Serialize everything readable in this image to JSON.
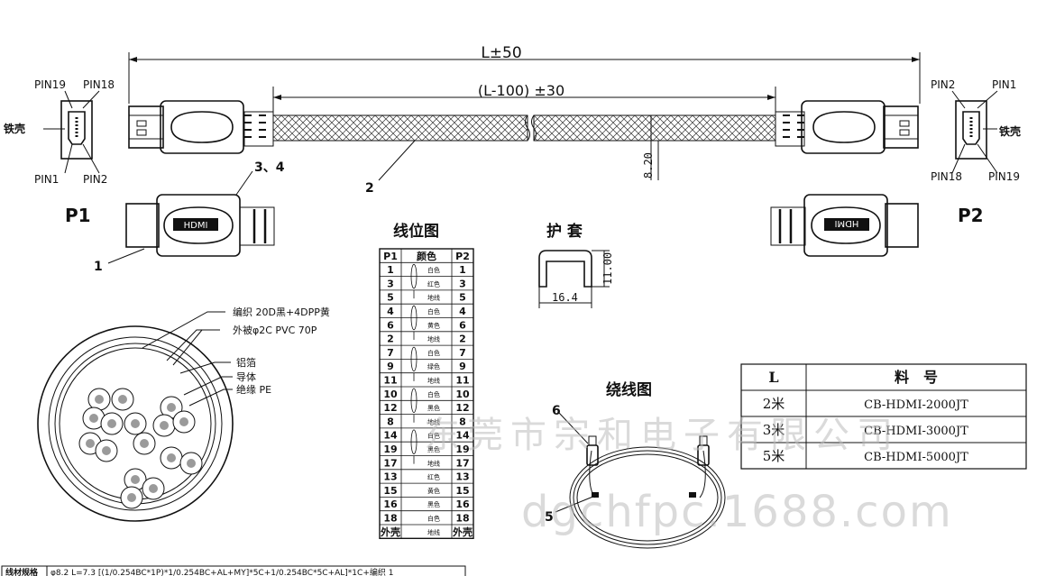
{
  "dimensions": {
    "overall": "L±50",
    "cable": "(L-100) ±30",
    "diameter": "8.20",
    "sleeve_width": "16.4",
    "sleeve_height": "11.00"
  },
  "pins_left": {
    "top_left": "PIN19",
    "top_right": "PIN18",
    "bottom_left": "PIN1",
    "bottom_right": "PIN2",
    "shell": "铁壳"
  },
  "pins_right": {
    "top_left": "PIN2",
    "top_right": "PIN1",
    "bottom_left": "PIN18",
    "bottom_right": "PIN19",
    "shell": "铁壳"
  },
  "labels": {
    "p1": "P1",
    "p2": "P2",
    "callout_34": "3、4",
    "callout_2": "2",
    "callout_1": "1",
    "callout_6": "6",
    "callout_5": "5",
    "hdmi_logo": "HDMI"
  },
  "section_titles": {
    "wiring": "线位图",
    "sleeve": "护 套",
    "winding": "绕线图"
  },
  "cross_section": {
    "labels": [
      "编织 20D黑+4DPP黄",
      "外被φ2C PVC 70P",
      "铝箔",
      "导体",
      "绝缘 PE"
    ]
  },
  "wiring_table": {
    "headers": [
      "P1",
      "颜色",
      "P2"
    ],
    "rows": [
      [
        "1",
        "白色",
        "1"
      ],
      [
        "3",
        "红色",
        "3"
      ],
      [
        "5",
        "地线",
        "5"
      ],
      [
        "4",
        "白色",
        "4"
      ],
      [
        "6",
        "黄色",
        "6"
      ],
      [
        "2",
        "地线",
        "2"
      ],
      [
        "7",
        "白色",
        "7"
      ],
      [
        "9",
        "绿色",
        "9"
      ],
      [
        "11",
        "地线",
        "11"
      ],
      [
        "10",
        "白色",
        "10"
      ],
      [
        "12",
        "黑色",
        "12"
      ],
      [
        "8",
        "地线",
        "8"
      ],
      [
        "14",
        "白色",
        "14"
      ],
      [
        "19",
        "黑色",
        "19"
      ],
      [
        "17",
        "地线",
        "17"
      ],
      [
        "13",
        "红色",
        "13"
      ],
      [
        "15",
        "黄色",
        "15"
      ],
      [
        "16",
        "黑色",
        "16"
      ],
      [
        "18",
        "白色",
        "18"
      ],
      [
        "外壳",
        "地线",
        "外壳"
      ]
    ]
  },
  "part_table": {
    "headers": [
      "L",
      "料　号"
    ],
    "rows": [
      [
        "2米",
        "CB-HDMI-2000JT"
      ],
      [
        "3米",
        "CB-HDMI-3000JT"
      ],
      [
        "5米",
        "CB-HDMI-5000JT"
      ]
    ]
  },
  "spec_line": {
    "label": "线材规格",
    "value": "φ8.2 L=7.3 [(1/0.254BC*1P)*1/0.254BC+AL+MY]*5C+1/0.254BC*5C+AL]*1C+编织 1"
  },
  "watermark": {
    "cn": "东莞市宗和电子有限公司",
    "url": "dgchfpc.1688.com"
  }
}
